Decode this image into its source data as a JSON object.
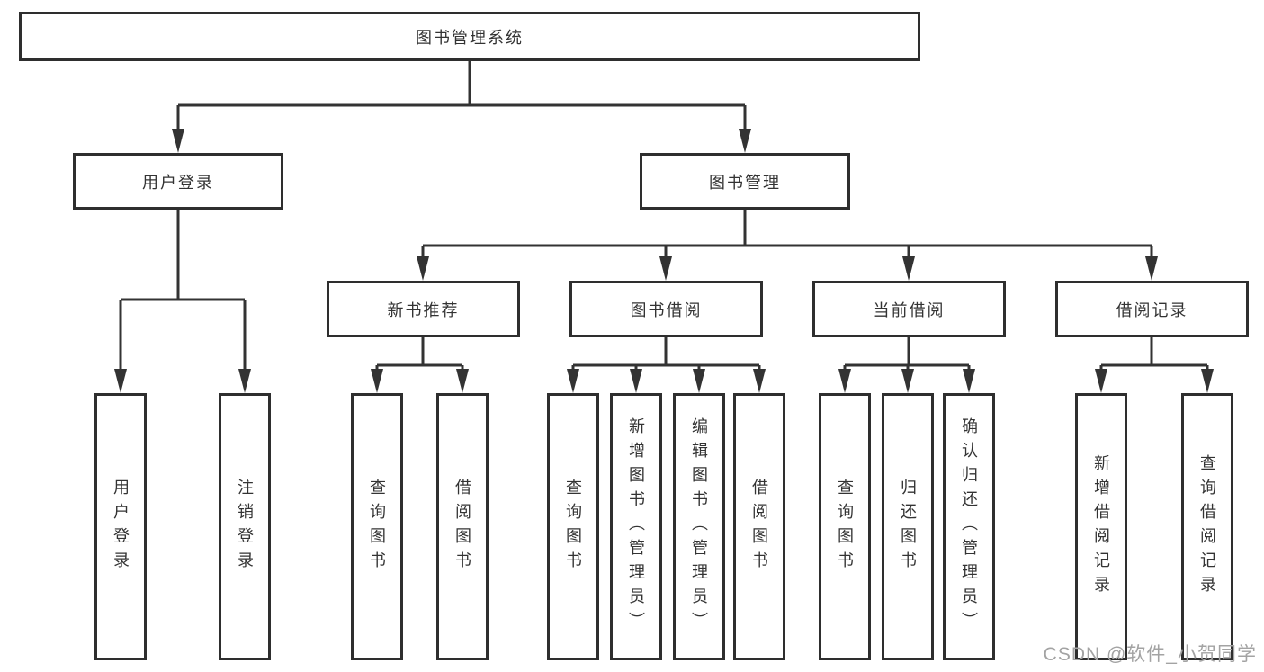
{
  "diagram": {
    "root": {
      "label": "图书管理系统"
    },
    "branches": [
      {
        "label": "用户登录",
        "children": [
          {
            "label": "用户登录"
          },
          {
            "label": "注销登录"
          }
        ]
      },
      {
        "label": "图书管理",
        "groups": [
          {
            "label": "新书推荐",
            "children": [
              {
                "label": "查询图书"
              },
              {
                "label": "借阅图书"
              }
            ]
          },
          {
            "label": "图书借阅",
            "children": [
              {
                "label": "查询图书"
              },
              {
                "label": "新增图书（管理员）"
              },
              {
                "label": "编辑图书（管理员）"
              },
              {
                "label": "借阅图书"
              }
            ]
          },
          {
            "label": "当前借阅",
            "children": [
              {
                "label": "查询图书"
              },
              {
                "label": "归还图书"
              },
              {
                "label": "确认归还（管理员）"
              }
            ]
          },
          {
            "label": "借阅记录",
            "children": [
              {
                "label": "新增借阅记录"
              },
              {
                "label": "查询借阅记录"
              }
            ]
          }
        ]
      }
    ]
  },
  "watermark": {
    "text": "CSDN @软件_小贺同学"
  },
  "colors": {
    "line": "#333333",
    "box_border": "#2e2e2e",
    "box_background": "#ffffff",
    "text": "#333333",
    "watermark_text": "#a3a3a3",
    "background": "#ffffff"
  }
}
